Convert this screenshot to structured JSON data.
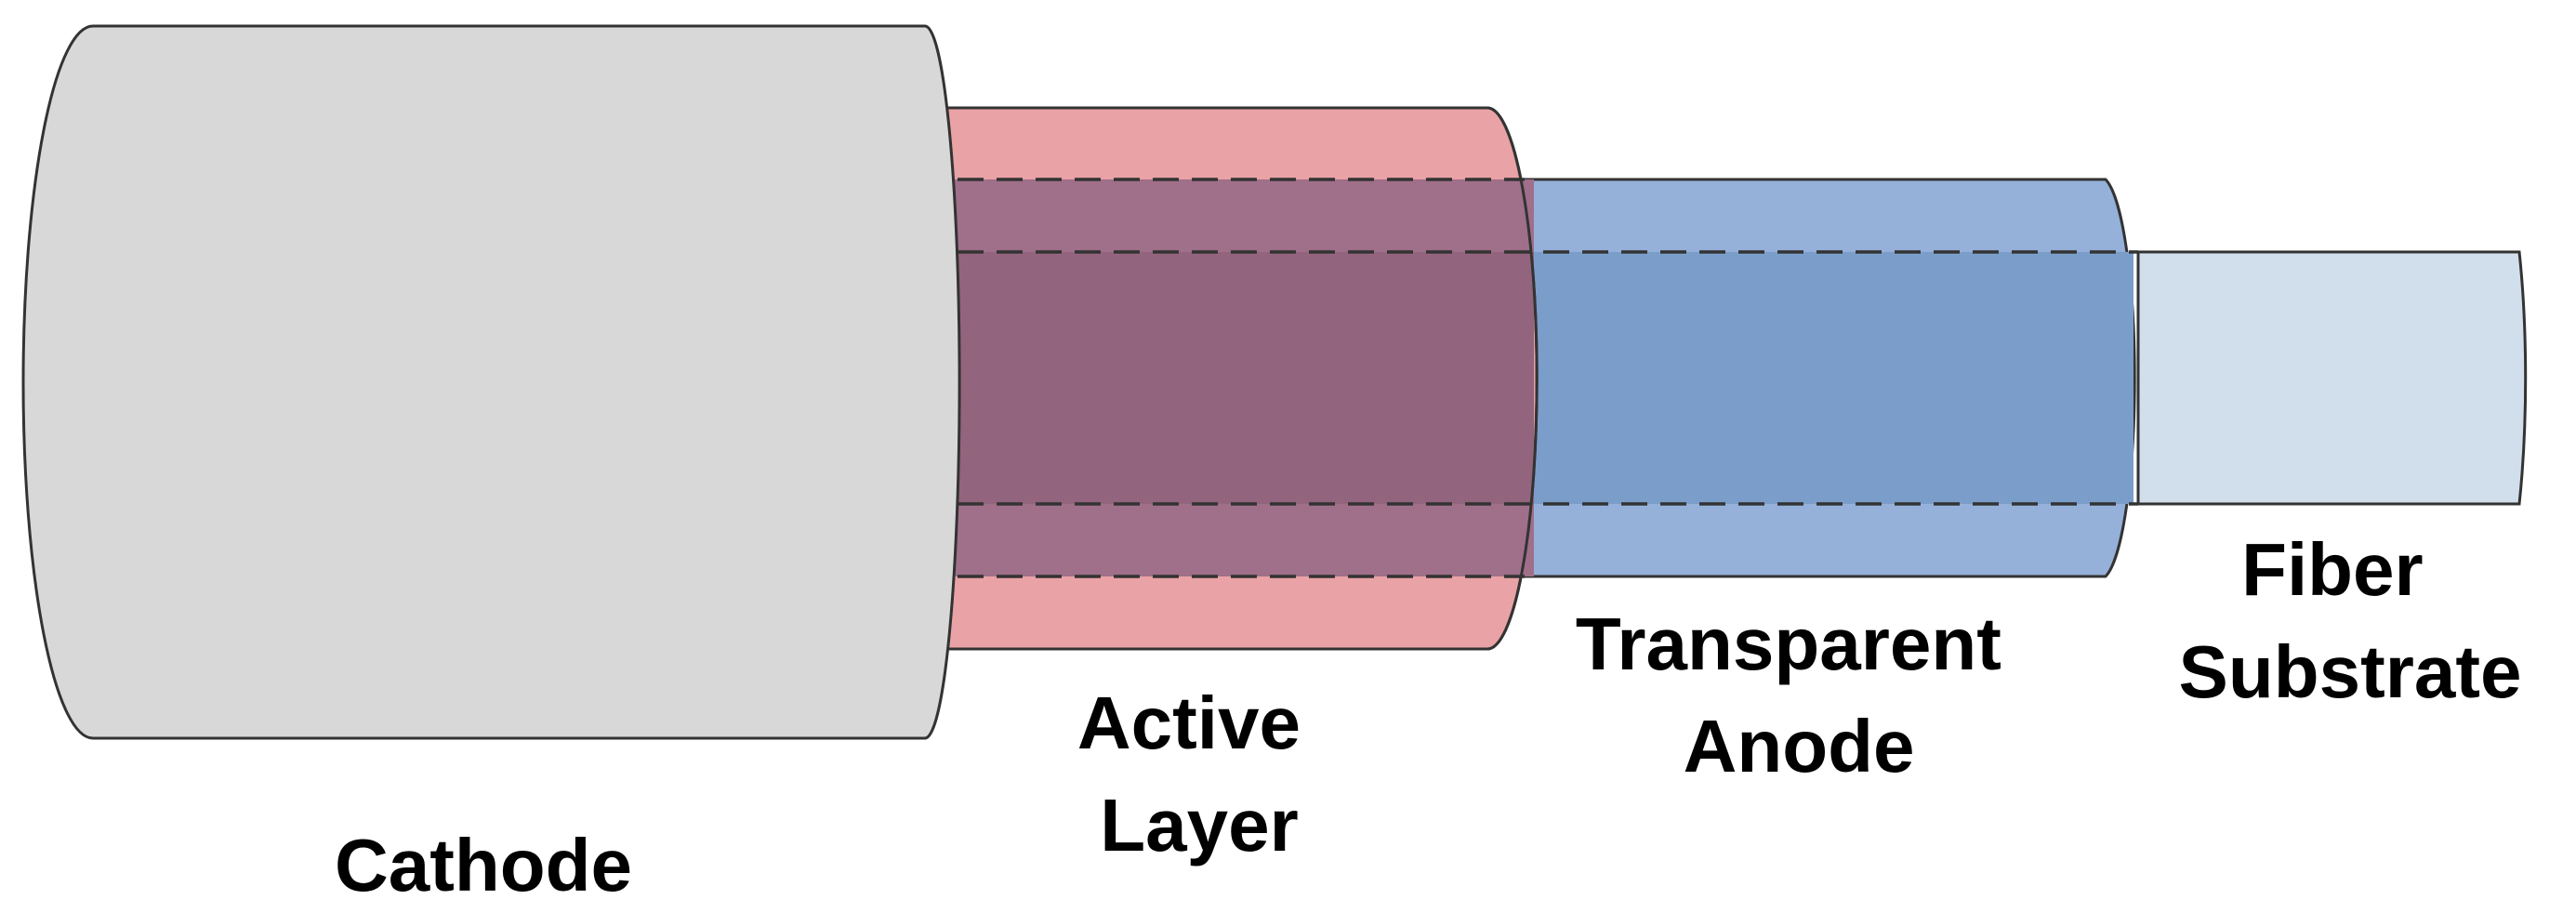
{
  "layers": [
    {
      "key": "cathode",
      "lines": [
        "Cathode"
      ],
      "color": "#d8d8d8"
    },
    {
      "key": "active",
      "lines": [
        "Active",
        "Layer"
      ],
      "color": "#e9a2a5"
    },
    {
      "key": "anode",
      "lines": [
        "Transparent",
        "Anode"
      ],
      "color": "#95b1da"
    },
    {
      "key": "fiber",
      "lines": [
        "Fiber",
        "Substrate"
      ],
      "color": "#d1deec"
    }
  ],
  "overlap_colors": {
    "active_core": "#a06f89",
    "active_anode_core": "#93647d",
    "anode_core": "#7b9dca"
  }
}
